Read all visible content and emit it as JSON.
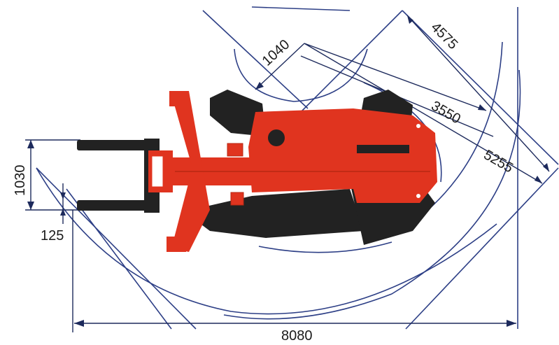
{
  "dimensions": {
    "turning_1040": "1040",
    "turning_4575": "4575",
    "turning_3550": "3550",
    "turning_5255": "5255",
    "fork_width_1030": "1030",
    "offset_125": "125",
    "overall_8080": "8080"
  },
  "colors": {
    "body_red": "#e0341f",
    "body_dark": "#222222",
    "line_blue": "#2d3f86"
  }
}
